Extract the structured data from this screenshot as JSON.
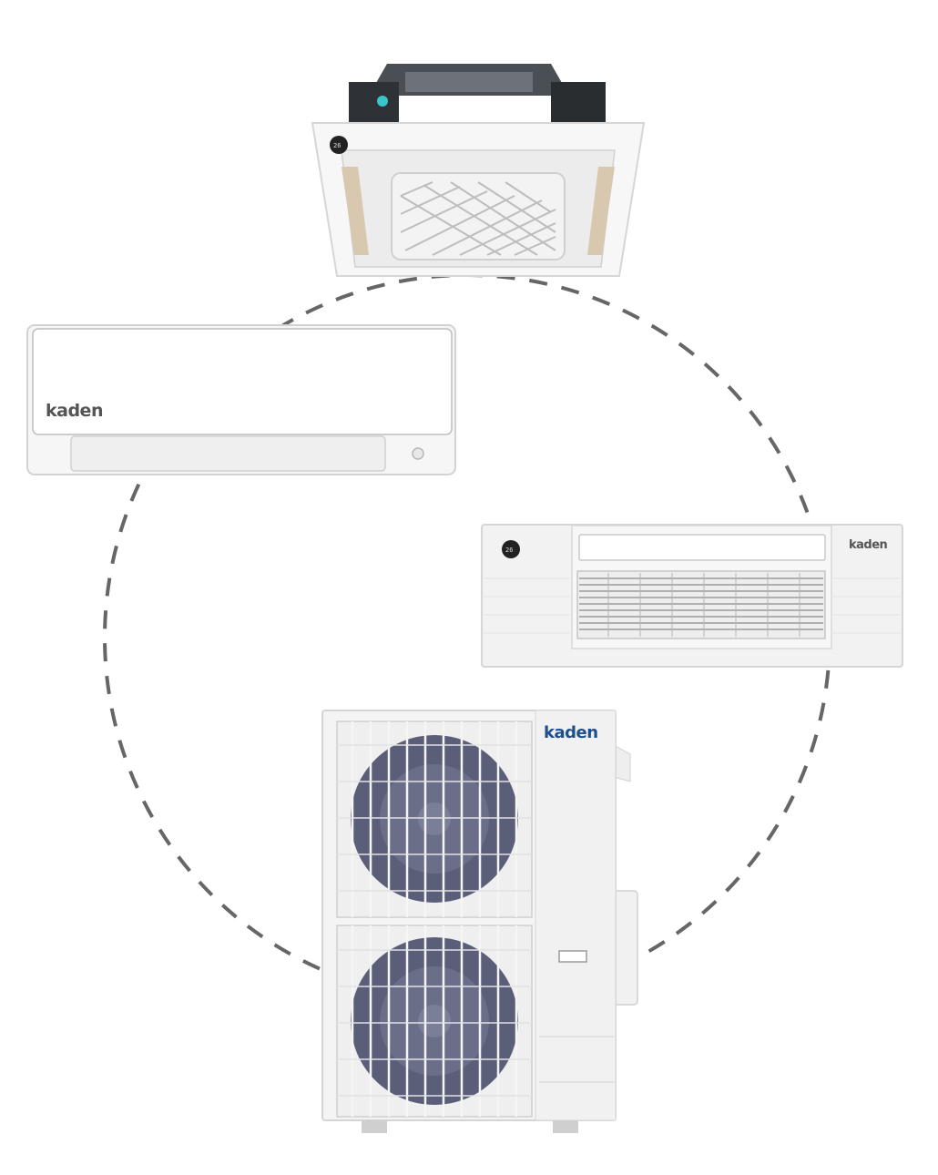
{
  "brand": {
    "name": "kaden",
    "color_wall": "#555555",
    "color_floor": "#555555",
    "color_outdoor": "#1f4e8c"
  },
  "products": [
    {
      "id": "ceiling-cassette",
      "icon": "ceiling-cassette-unit"
    },
    {
      "id": "wall-mounted",
      "icon": "wall-mounted-unit",
      "brand_label": "kaden"
    },
    {
      "id": "one-way-cassette",
      "icon": "one-way-cassette-unit",
      "brand_label": "kaden"
    },
    {
      "id": "outdoor-condenser",
      "icon": "outdoor-condenser-unit",
      "brand_label": "kaden"
    }
  ],
  "colors": {
    "dash": "#666666",
    "panel": "#f4f4f4",
    "panel_edge": "#d4d4d4",
    "fan": "#5a5e78",
    "dark_metal": "#4a4f55"
  }
}
